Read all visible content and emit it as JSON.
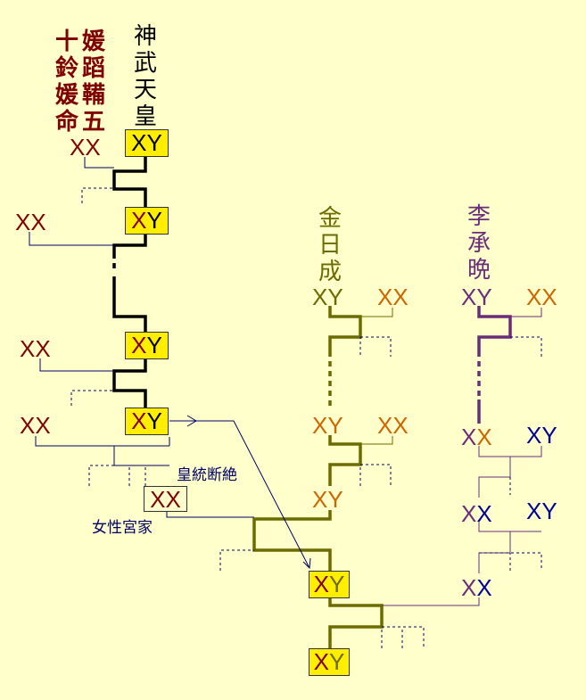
{
  "colors": {
    "background": "#ffffcc",
    "imperial_line": "#000000",
    "imperial_female": "#800000",
    "kim_line": "#6b6b00",
    "kim_male_light": "#cc6600",
    "yi_line": "#6b2c7a",
    "yi_male_blue": "#000099",
    "box_fill": "#ffee00",
    "annotation": "#000066"
  },
  "founders": {
    "jimmu": "神武天皇",
    "empress": "媛蹈鞴五十鈴媛命",
    "empress_col1": "媛蹈鞴五",
    "empress_col2": "十鈴媛命",
    "kim": "金日成",
    "yi": "李承晩"
  },
  "markers": {
    "xy": "XY",
    "xx": "XX"
  },
  "annotations": {
    "end_of_line": "皇統断絶",
    "female_branch": "女性宮家"
  }
}
